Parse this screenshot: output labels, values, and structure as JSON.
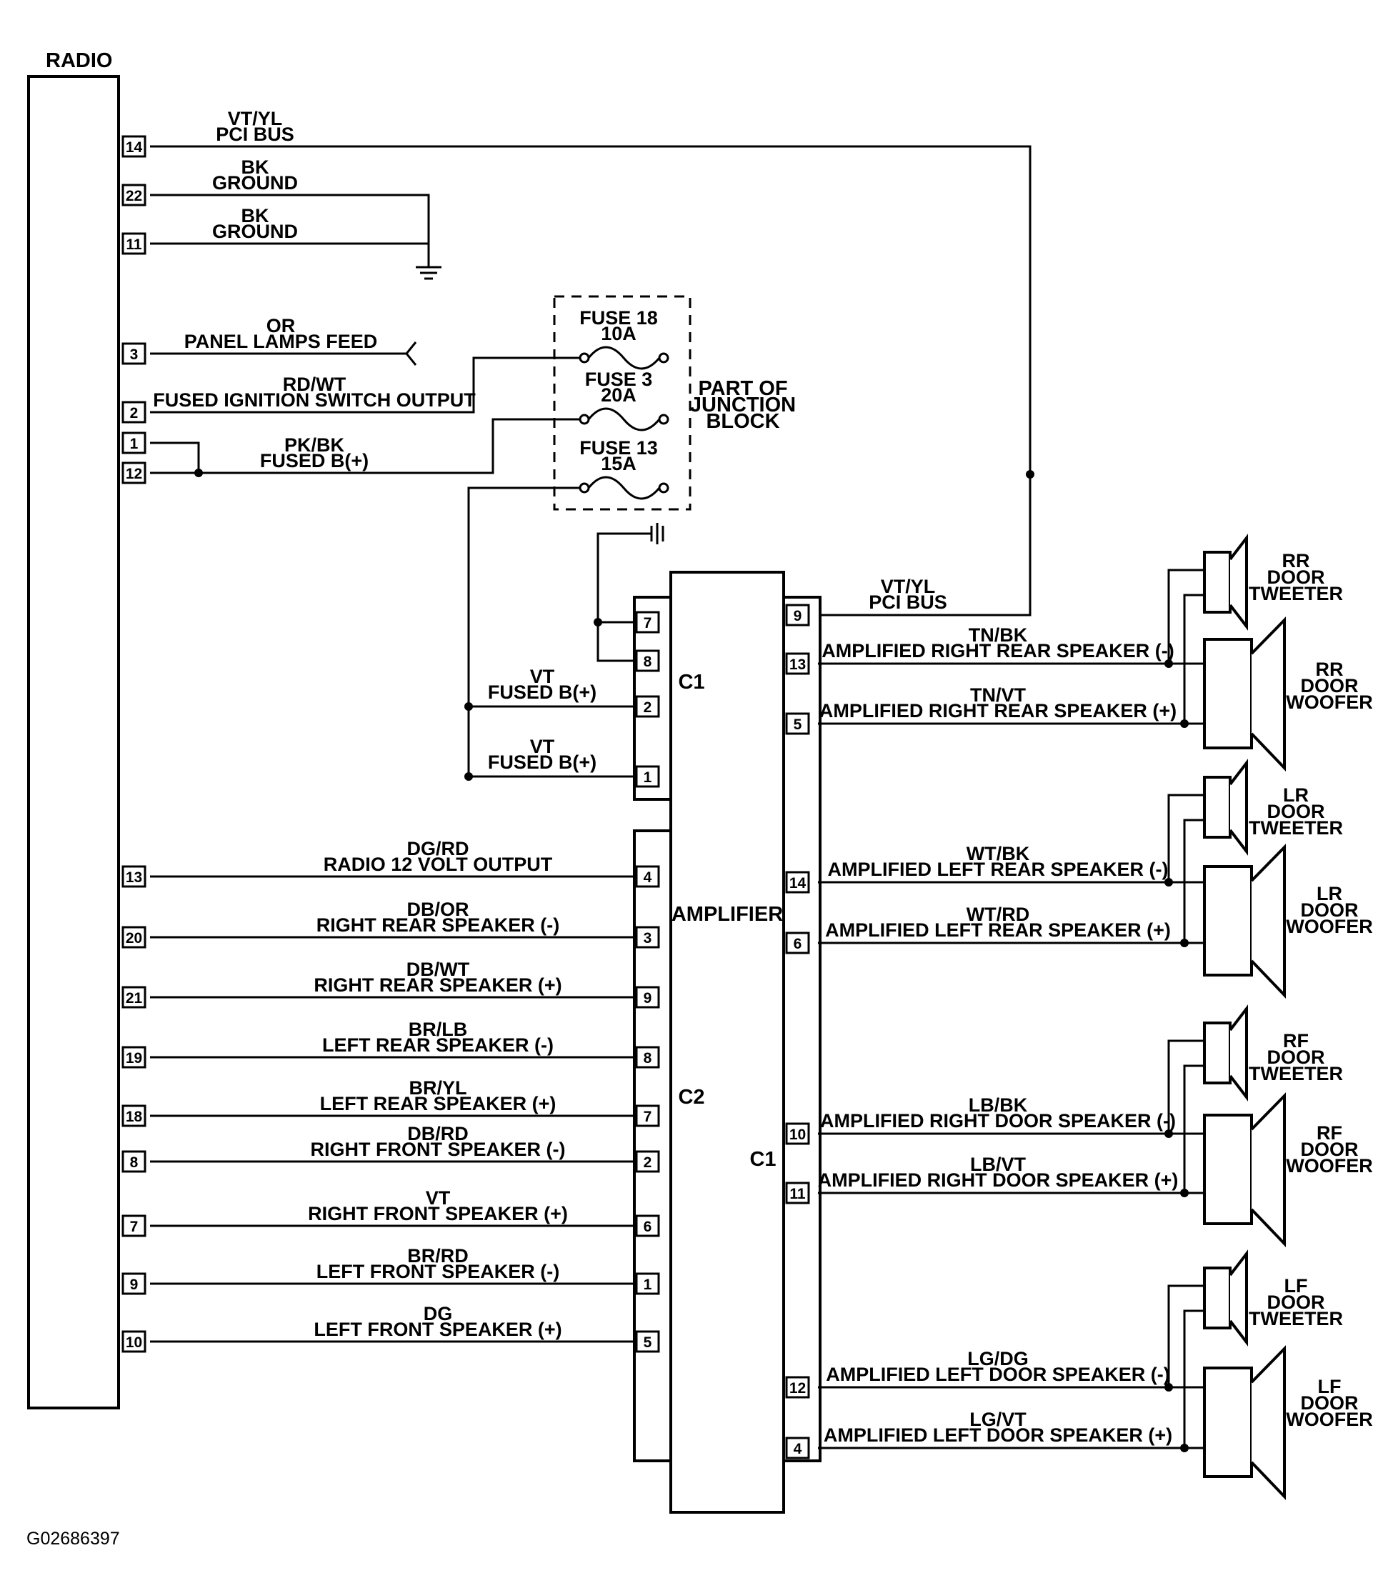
{
  "radio": {
    "title": "RADIO",
    "pins": [
      {
        "pin": "14",
        "color": "VT/YL",
        "desc": "PCI BUS"
      },
      {
        "pin": "22",
        "color": "BK",
        "desc": "GROUND"
      },
      {
        "pin": "11",
        "color": "BK",
        "desc": "GROUND"
      },
      {
        "pin": "3",
        "color": "OR",
        "desc": "PANEL LAMPS FEED"
      },
      {
        "pin": "2",
        "color": "RD/WT",
        "desc": "FUSED IGNITION SWITCH OUTPUT"
      },
      {
        "pin": "1",
        "color": "",
        "desc": ""
      },
      {
        "pin": "12",
        "color": "PK/BK",
        "desc": "FUSED B(+)"
      },
      {
        "pin": "13",
        "color": "DG/RD",
        "desc": "RADIO 12 VOLT OUTPUT"
      },
      {
        "pin": "20",
        "color": "DB/OR",
        "desc": "RIGHT REAR SPEAKER (-)"
      },
      {
        "pin": "21",
        "color": "DB/WT",
        "desc": "RIGHT REAR SPEAKER (+)"
      },
      {
        "pin": "19",
        "color": "BR/LB",
        "desc": "LEFT REAR SPEAKER (-)"
      },
      {
        "pin": "18",
        "color": "BR/YL",
        "desc": "LEFT REAR SPEAKER (+)"
      },
      {
        "pin": "8",
        "color": "DB/RD",
        "desc": "RIGHT FRONT SPEAKER (-)"
      },
      {
        "pin": "7",
        "color": "VT",
        "desc": "RIGHT FRONT SPEAKER (+)"
      },
      {
        "pin": "9",
        "color": "BR/RD",
        "desc": "LEFT FRONT SPEAKER (-)"
      },
      {
        "pin": "10",
        "color": "DG",
        "desc": "LEFT FRONT SPEAKER (+)"
      }
    ]
  },
  "junction_block": {
    "label_lines": [
      "PART OF",
      "JUNCTION",
      "BLOCK"
    ],
    "fuses": [
      {
        "name": "FUSE 18",
        "rating": "10A"
      },
      {
        "name": "FUSE 3",
        "rating": "20A"
      },
      {
        "name": "FUSE 13",
        "rating": "15A"
      }
    ]
  },
  "amplifier": {
    "title": "AMPLIFIER",
    "connector_labels": {
      "left_top": "C1",
      "left_bottom": "C2",
      "right": "C1"
    },
    "left_c1_pins": [
      {
        "pin": "7",
        "color": "",
        "desc": ""
      },
      {
        "pin": "8",
        "color": "",
        "desc": ""
      },
      {
        "pin": "2",
        "color": "VT",
        "desc": "FUSED B(+)"
      },
      {
        "pin": "1",
        "color": "VT",
        "desc": "FUSED B(+)"
      }
    ],
    "left_c2_pins": [
      "4",
      "3",
      "9",
      "8",
      "7",
      "2",
      "6",
      "1",
      "5"
    ],
    "right_pins": [
      {
        "pin": "9",
        "color": "VT/YL",
        "desc": "PCI BUS"
      },
      {
        "pin": "13",
        "color": "TN/BK",
        "desc": "AMPLIFIED RIGHT REAR SPEAKER (-)"
      },
      {
        "pin": "5",
        "color": "TN/VT",
        "desc": "AMPLIFIED RIGHT REAR SPEAKER (+)"
      },
      {
        "pin": "14",
        "color": "WT/BK",
        "desc": "AMPLIFIED LEFT REAR SPEAKER (-)"
      },
      {
        "pin": "6",
        "color": "WT/RD",
        "desc": "AMPLIFIED LEFT REAR SPEAKER (+)"
      },
      {
        "pin": "10",
        "color": "LB/BK",
        "desc": "AMPLIFIED RIGHT DOOR SPEAKER (-)"
      },
      {
        "pin": "11",
        "color": "LB/VT",
        "desc": "AMPLIFIED RIGHT DOOR SPEAKER (+)"
      },
      {
        "pin": "12",
        "color": "LG/DG",
        "desc": "AMPLIFIED LEFT DOOR SPEAKER (-)"
      },
      {
        "pin": "4",
        "color": "LG/VT",
        "desc": "AMPLIFIED LEFT DOOR SPEAKER (+)"
      }
    ]
  },
  "speakers": [
    {
      "tweeter": [
        "RR",
        "DOOR",
        "TWEETER"
      ],
      "woofer": [
        "RR",
        "DOOR",
        "WOOFER"
      ]
    },
    {
      "tweeter": [
        "LR",
        "DOOR",
        "TWEETER"
      ],
      "woofer": [
        "LR",
        "DOOR",
        "WOOFER"
      ]
    },
    {
      "tweeter": [
        "RF",
        "DOOR",
        "TWEETER"
      ],
      "woofer": [
        "RF",
        "DOOR",
        "WOOFER"
      ]
    },
    {
      "tweeter": [
        "LF",
        "DOOR",
        "TWEETER"
      ],
      "woofer": [
        "LF",
        "DOOR",
        "WOOFER"
      ]
    }
  ],
  "figure_id": "G02686397"
}
